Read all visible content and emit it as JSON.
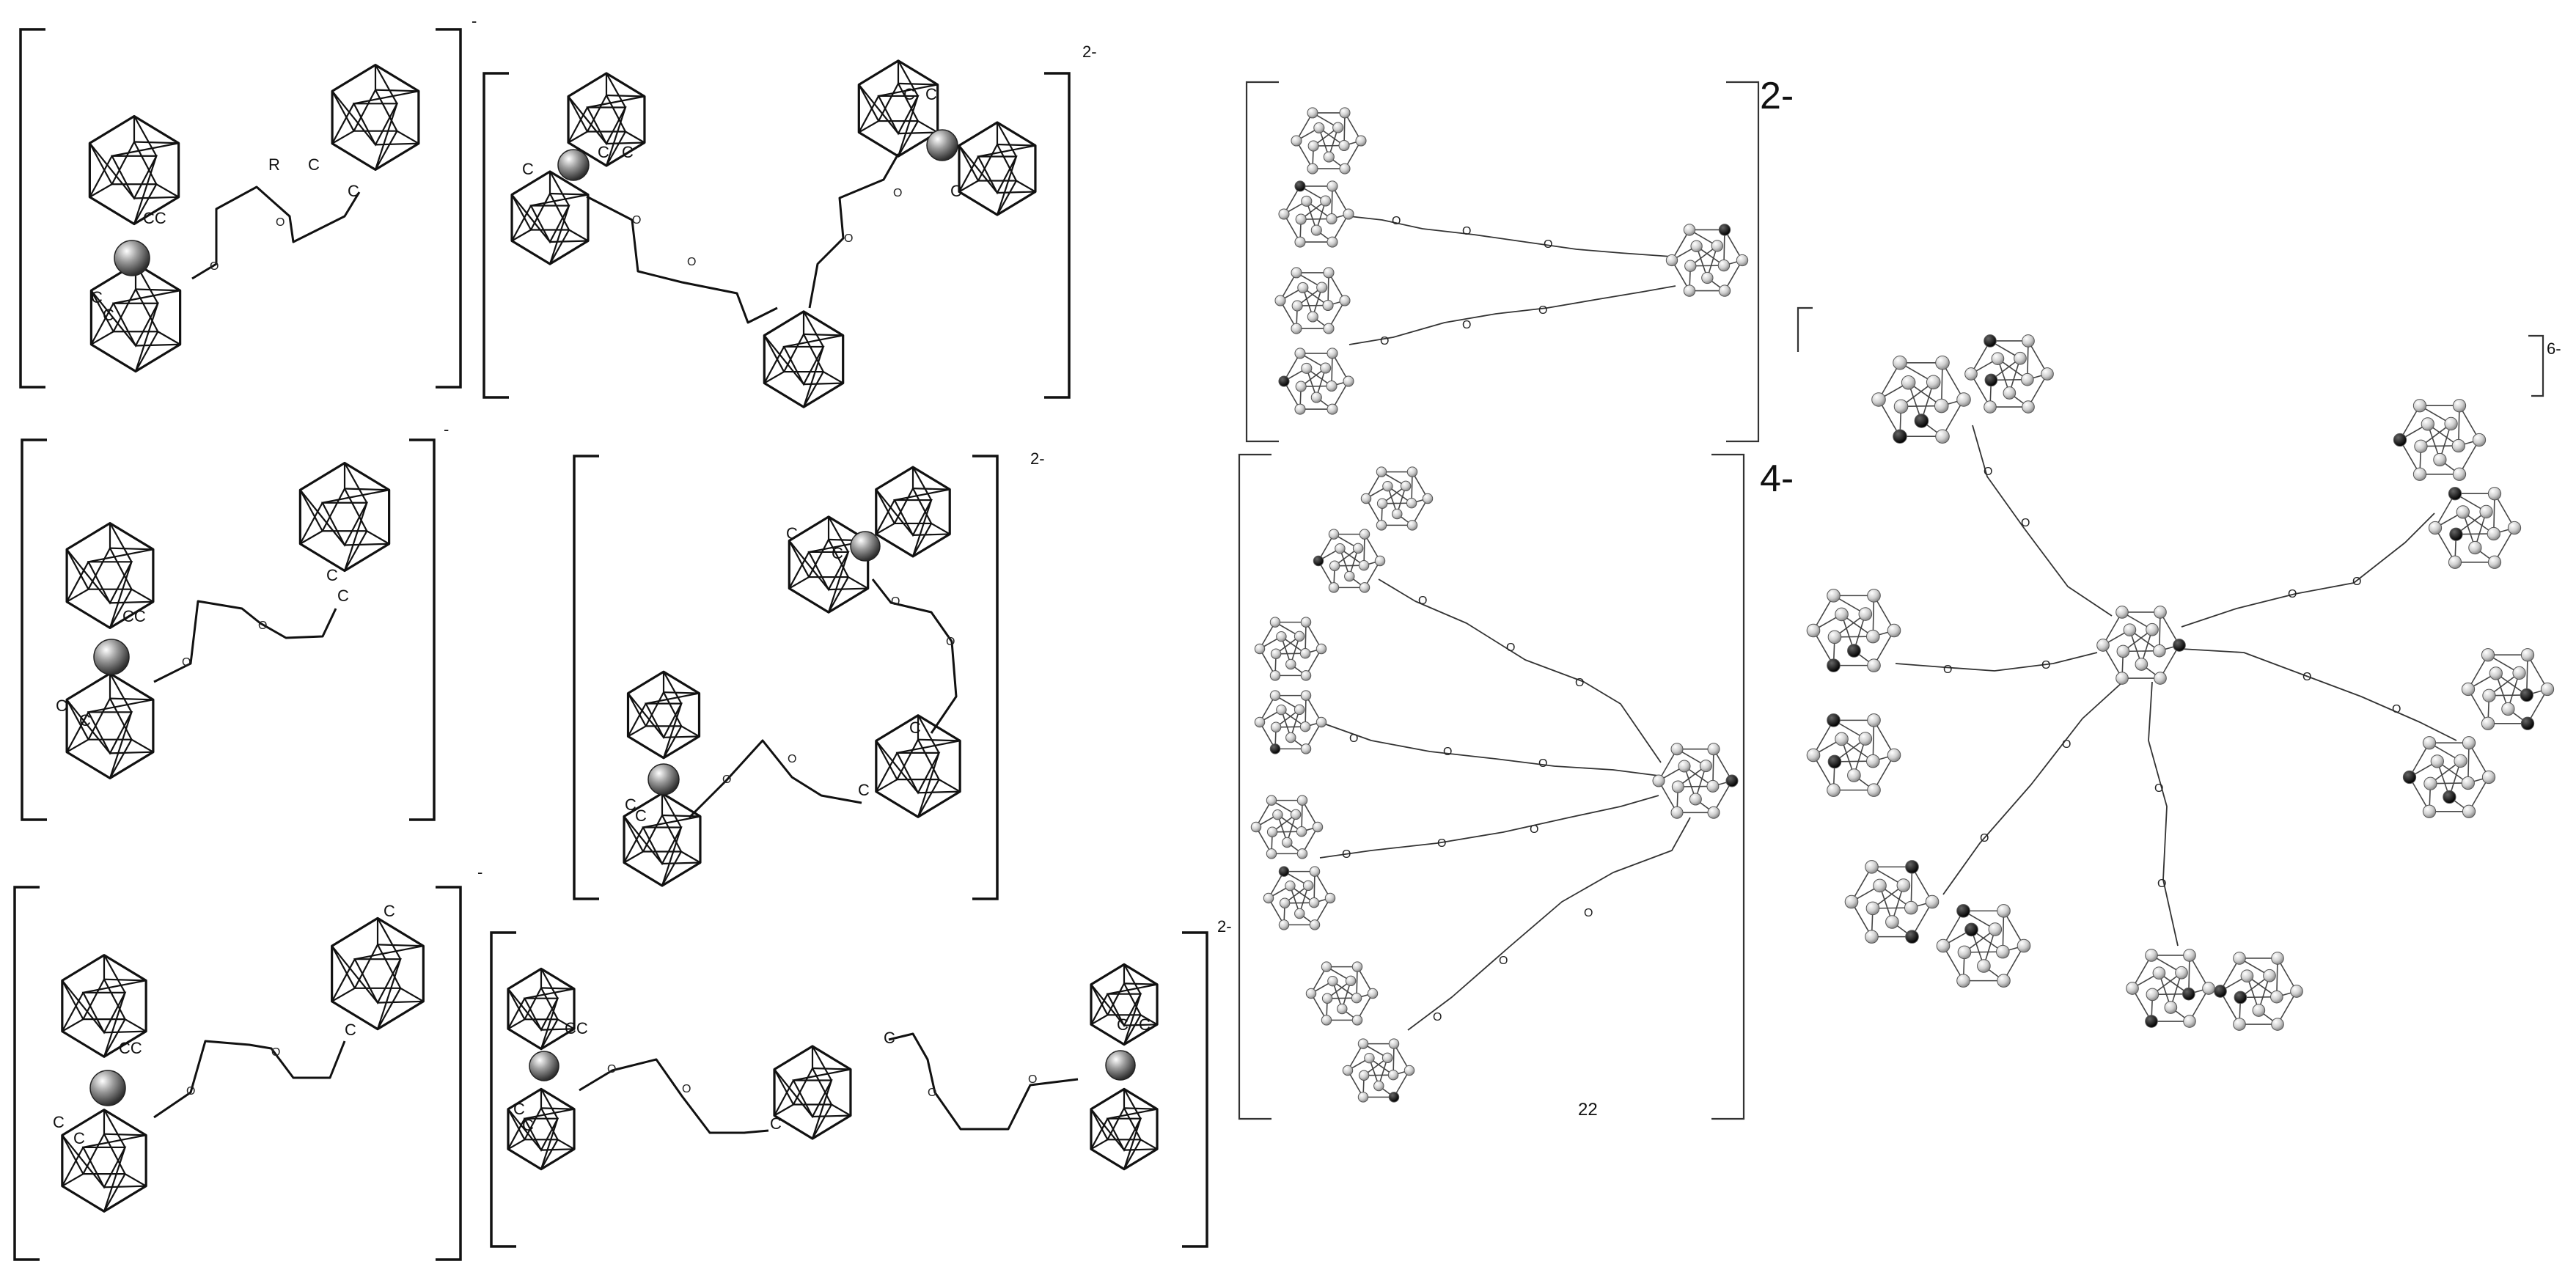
{
  "charges": {
    "row1_left": "-",
    "row1_right": "2-",
    "row2_left": "-",
    "row2_right": "2-",
    "row3_left": "-",
    "row3_right": "2-",
    "ball_top": "2-",
    "ball_middle": "4-",
    "ball_right": "6-"
  },
  "labels": {
    "substituent_r": "R",
    "carbon": "C",
    "oxygen": "O",
    "compound_number": "22"
  },
  "colors": {
    "line": "#111111",
    "metal_atom": "#8a8a8a",
    "boron_atom": "#c8c8c8",
    "carbon_atom": "#101010"
  }
}
